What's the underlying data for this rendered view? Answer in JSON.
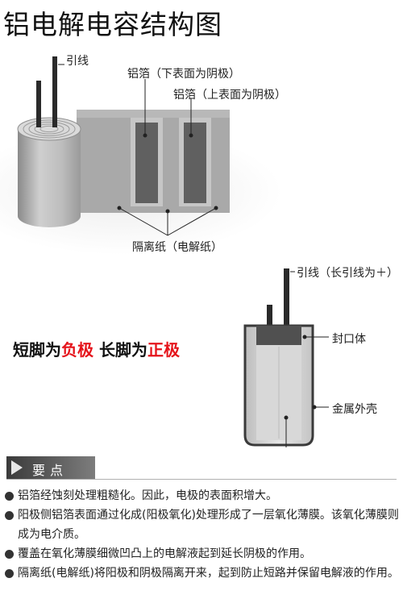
{
  "title": "铝电解电容结构图",
  "roll_labels": {
    "lead": "引线",
    "foil_bottom": "铝箔（下表面为阴极）",
    "foil_top": "铝箔（上表面为阴极）",
    "separator": "隔离纸（电解纸）"
  },
  "legs": {
    "short_prefix": "短脚为",
    "short_value": "负极",
    "long_prefix": " 长脚为",
    "long_value": "正极"
  },
  "cap_labels": {
    "lead": "引线（长引线为＋）",
    "seal": "封口体",
    "case": "金属外壳"
  },
  "key_points": {
    "heading": "要点",
    "items": [
      "铝箔经蚀刻处理粗糙化。因此，电极的表面积增大。",
      "阳极侧铝箔表面通过化成(阳极氧化)处理形成了一层氧化薄膜。该氧化薄膜则成为电介质。",
      "覆盖在氧化薄膜细微凹凸上的电解液起到延长阴极的作用。",
      "隔离纸(电解纸)将阳极和阴极隔离开来，起到防止短路并保留电解液的作用。"
    ]
  }
}
